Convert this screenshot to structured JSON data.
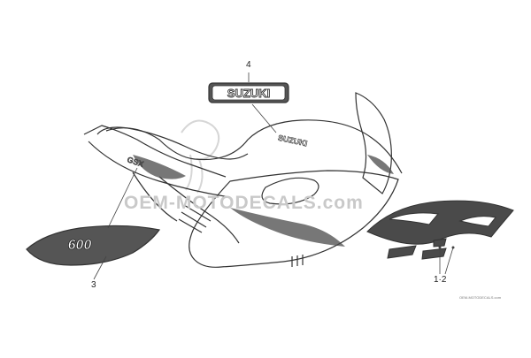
{
  "diagram": {
    "callouts": {
      "part_4": "4",
      "part_3": "3",
      "part_1_2": "1·2"
    },
    "decal_texts": {
      "suzuki_badge": "SUZUKI",
      "tank_logo": "SUZUKI",
      "model_number": "600",
      "tail_logo": "GSX"
    },
    "watermark": {
      "text": "OEM-MOTODECALS.com",
      "small_credit": "OEM-MOTODECALS.com"
    },
    "colors": {
      "line": "#333333",
      "decal_fill": "#4a4a4a",
      "watermark": "#c9c9c9"
    }
  }
}
